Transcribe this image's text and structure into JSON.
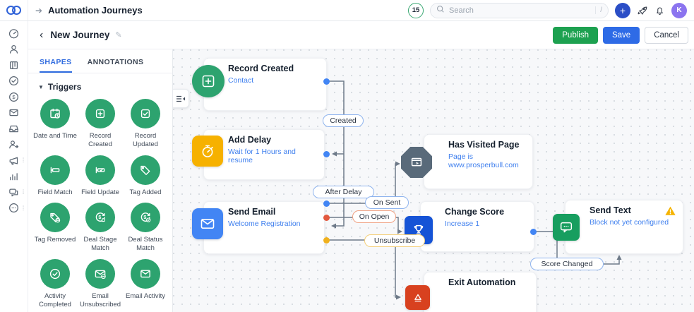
{
  "topbar": {
    "title": "Automation Journeys",
    "badge_count": "15",
    "search_placeholder": "Search",
    "search_shortcut": "/",
    "avatar_initial": "K"
  },
  "header": {
    "journey_title": "New Journey",
    "publish_label": "Publish",
    "save_label": "Save",
    "cancel_label": "Cancel"
  },
  "rail": {
    "items": [
      {
        "icon": "gauge-icon"
      },
      {
        "icon": "contacts-icon"
      },
      {
        "icon": "kanban-icon"
      },
      {
        "icon": "tasks-check-icon"
      },
      {
        "icon": "dollar-icon"
      },
      {
        "icon": "mail-icon"
      },
      {
        "icon": "inbox-icon"
      },
      {
        "icon": "contact-export-icon"
      },
      {
        "icon": "megaphone-icon",
        "has_menu": true
      },
      {
        "icon": "analytics-icon"
      },
      {
        "icon": "conversations-icon",
        "has_menu": true
      },
      {
        "icon": "social-icon",
        "has_menu": true
      }
    ]
  },
  "panel": {
    "tabs": [
      {
        "label": "SHAPES",
        "active": true
      },
      {
        "label": "ANNOTATIONS",
        "active": false
      }
    ],
    "section_label": "Triggers",
    "triggers": [
      {
        "label": "Date and Time",
        "icon": "calendar-clock-icon"
      },
      {
        "label": "Record Created",
        "icon": "square-plus-icon"
      },
      {
        "label": "Record Updated",
        "icon": "square-check-icon"
      },
      {
        "label": "Field Match",
        "icon": "field-match-icon"
      },
      {
        "label": "Field Update",
        "icon": "field-update-icon"
      },
      {
        "label": "Tag Added",
        "icon": "tag-icon"
      },
      {
        "label": "Tag Removed",
        "icon": "tag-minus-icon"
      },
      {
        "label": "Deal Stage Match",
        "icon": "deal-stage-icon"
      },
      {
        "label": "Deal Status Match",
        "icon": "deal-status-icon"
      },
      {
        "label": "Activity Completed",
        "icon": "check-circle-icon"
      },
      {
        "label": "Email Unsubscribed",
        "icon": "mail-unsubscribe-icon"
      },
      {
        "label": "Email Activity",
        "icon": "mail-activity-icon"
      }
    ]
  },
  "canvas": {
    "nodes": [
      {
        "title": "Record Created",
        "subtitle": "Contact"
      },
      {
        "title": "Add Delay",
        "subtitle": "Wait for 1 Hours and resume"
      },
      {
        "title": "Send Email",
        "subtitle": "Welcome Registration"
      },
      {
        "title": "Has Visited Page",
        "subtitle": "Page is www.prosperbull.com"
      },
      {
        "title": "Change Score",
        "subtitle": "Increase 1"
      },
      {
        "title": "Send Text",
        "subtitle": "Block not yet configured",
        "warning": true
      },
      {
        "title": "Exit Automation",
        "subtitle": ""
      }
    ],
    "pills": [
      {
        "id": "created",
        "label": "Created"
      },
      {
        "id": "after-delay",
        "label": "After Delay"
      },
      {
        "id": "on-sent",
        "label": "On Sent"
      },
      {
        "id": "on-open",
        "label": "On Open"
      },
      {
        "id": "unsubscribe",
        "label": "Unsubscribe"
      },
      {
        "id": "score-changed",
        "label": "Score Changed"
      }
    ]
  },
  "colors": {
    "accent_blue": "#2f6bdf",
    "publish_green": "#1da150",
    "trigger_green": "#2da36f",
    "delay_yellow": "#f6b100",
    "email_blue": "#4285f4",
    "visited_slate": "#596a7a",
    "score_blue": "#1553d6",
    "text_green": "#179e5f",
    "exit_red": "#d8411f",
    "warning_amber": "#f5b301",
    "port_red": "#e2593f",
    "port_yellow": "#f0b11e",
    "edge_gray": "#6e7a89"
  }
}
